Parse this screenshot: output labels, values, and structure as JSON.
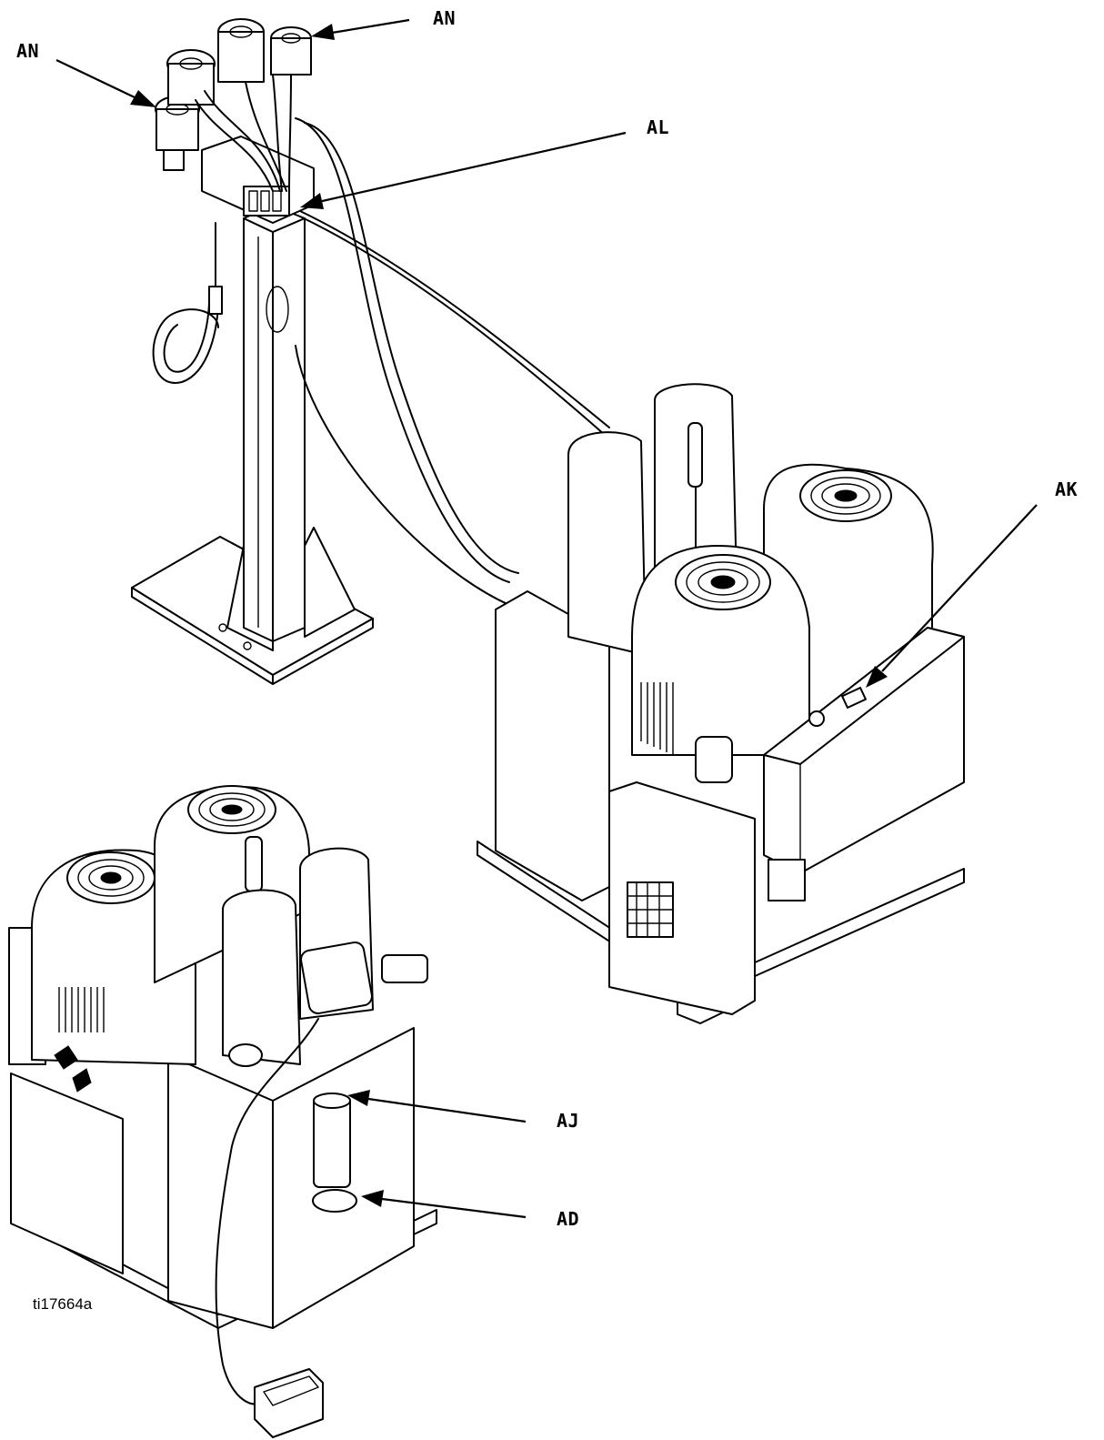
{
  "figure": {
    "id_text": "ti17664a"
  },
  "callouts": {
    "an_left": "AN",
    "an_top": "AN",
    "al": "AL",
    "ak": "AK",
    "aj": "AJ",
    "ad": "AD"
  },
  "icons": {
    "logo": "graco-logo-icon",
    "warning": "warning-triangle-icon"
  }
}
